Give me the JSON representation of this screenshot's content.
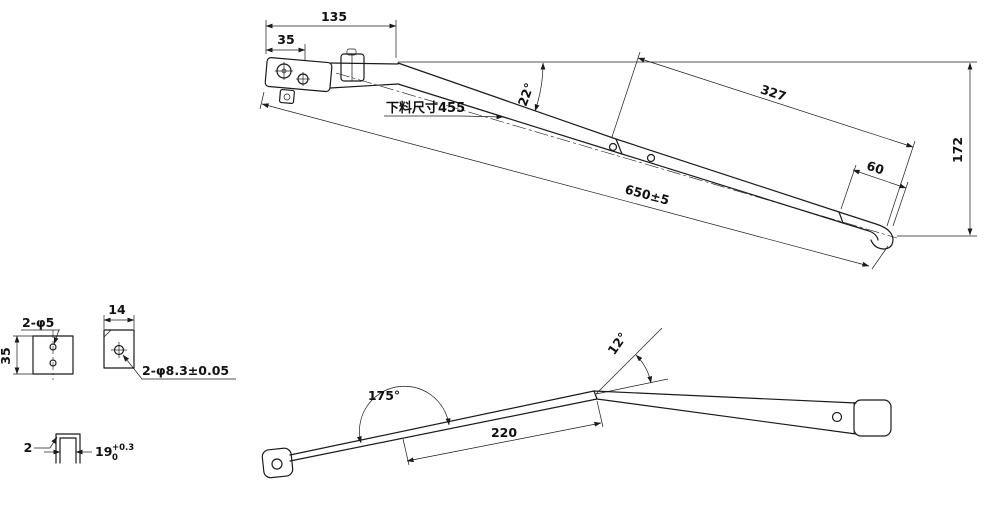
{
  "page": {
    "background": "#ffffff",
    "line_color": "#1b1b1b"
  },
  "top_view": {
    "dim_135": "135",
    "dim_35": "35",
    "blank_size_label": "下料尺寸455",
    "angle_22": "22°",
    "dim_327": "327",
    "dim_60": "60",
    "dim_172": "172",
    "dim_650": "650±5"
  },
  "detail_views": {
    "holes_2xd5": "2-φ5",
    "dim_35": "35",
    "dim_14": "14",
    "holes_2xd83": "2-φ8.3±0.05",
    "dim_2": "2",
    "dim_19": "19",
    "dim_19_tol_upper": "+0.3",
    "dim_19_tol_lower": "0"
  },
  "side_view": {
    "angle_175": "175°",
    "angle_12": "12°",
    "dim_220": "220"
  }
}
